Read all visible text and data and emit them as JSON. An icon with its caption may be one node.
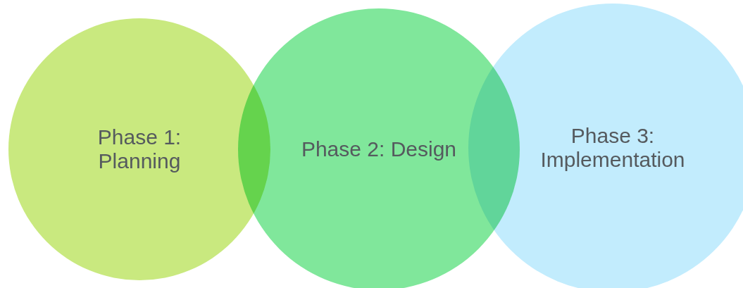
{
  "diagram": {
    "nodes": [
      {
        "text": [
          "Phase 1: Planning"
        ]
      },
      {
        "text": [
          "Phase 2: Design"
        ]
      },
      {
        "text": [
          "Phase 3: Implementation"
        ]
      }
    ]
  }
}
